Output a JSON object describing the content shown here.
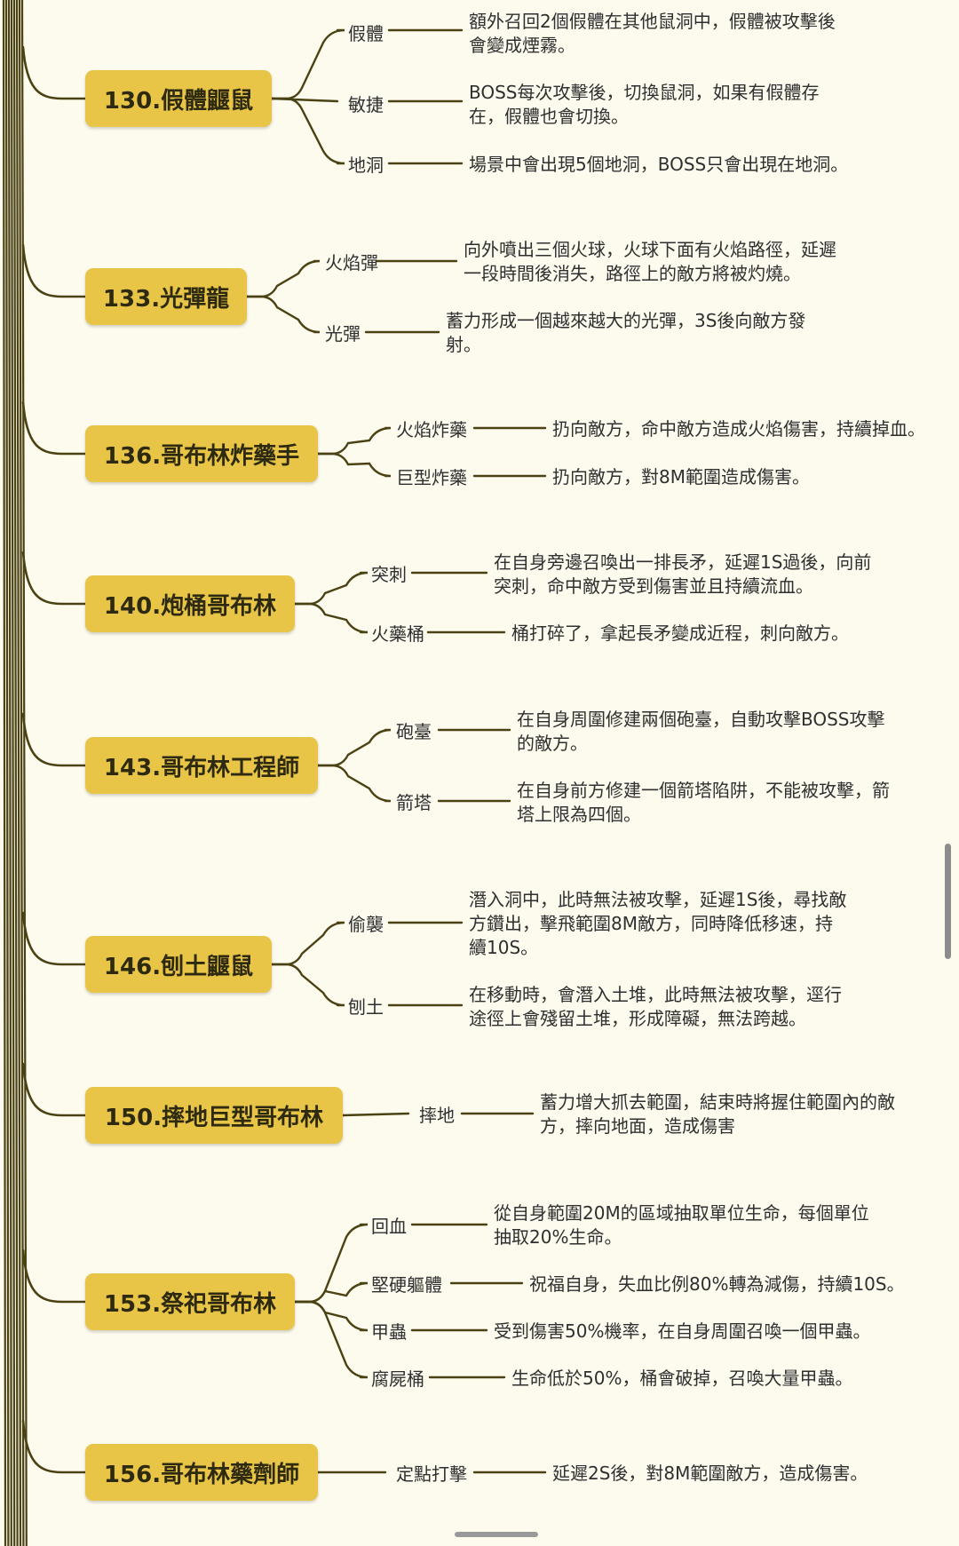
{
  "colors": {
    "background": "#fdfaee",
    "node_fill": "#e8c547",
    "line": "#4a4213"
  },
  "nodes": [
    {
      "title": "130.假體鼴鼠",
      "branches": [
        {
          "label": "假體",
          "lines": [
            "額外召回2個假體在其他鼠洞中，假體被攻擊後",
            "會變成煙霧。"
          ]
        },
        {
          "label": "敏捷",
          "lines": [
            "BOSS每次攻擊後，切換鼠洞，如果有假體存",
            "在，假體也會切換。"
          ]
        },
        {
          "label": "地洞",
          "lines": [
            "場景中會出現5個地洞，BOSS只會出現在地洞。"
          ]
        }
      ]
    },
    {
      "title": "133.光彈龍",
      "branches": [
        {
          "label": "火焰彈",
          "lines": [
            "向外噴出三個火球，火球下面有火焰路徑，延遲",
            "一段時間後消失，路徑上的敵方將被灼燒。"
          ]
        },
        {
          "label": "光彈",
          "lines": [
            "蓄力形成一個越來越大的光彈，3S後向敵方發",
            "射。"
          ]
        }
      ]
    },
    {
      "title": "136.哥布林炸藥手",
      "branches": [
        {
          "label": "火焰炸藥",
          "lines": [
            "扔向敵方，命中敵方造成火焰傷害，持續掉血。"
          ]
        },
        {
          "label": "巨型炸藥",
          "lines": [
            "扔向敵方，對8M範圍造成傷害。"
          ]
        }
      ]
    },
    {
      "title": "140.炮桶哥布林",
      "branches": [
        {
          "label": "突刺",
          "lines": [
            "在自身旁邊召喚出一排長矛，延遲1S過後，向前",
            "突刺，命中敵方受到傷害並且持續流血。"
          ]
        },
        {
          "label": "火藥桶",
          "lines": [
            "桶打碎了，拿起長矛變成近程，刺向敵方。"
          ]
        }
      ]
    },
    {
      "title": "143.哥布林工程師",
      "branches": [
        {
          "label": "砲臺",
          "lines": [
            "在自身周圍修建兩個砲臺，自動攻擊BOSS攻擊",
            "的敵方。"
          ]
        },
        {
          "label": "箭塔",
          "lines": [
            "在自身前方修建一個箭塔陷阱，不能被攻擊，箭",
            "塔上限為四個。"
          ]
        }
      ]
    },
    {
      "title": "146.刨土鼴鼠",
      "branches": [
        {
          "label": "偷襲",
          "lines": [
            "潛入洞中，此時無法被攻擊，延遲1S後，尋找敵",
            "方鑽出，擊飛範圍8M敵方，同時降低移速，持",
            "續10S。"
          ]
        },
        {
          "label": "刨土",
          "lines": [
            "在移動時，會潛入土堆，此時無法被攻擊，逕行",
            "途徑上會殘留土堆，形成障礙，無法跨越。"
          ]
        }
      ]
    },
    {
      "title": "150.摔地巨型哥布林",
      "branches": [
        {
          "label": "摔地",
          "lines": [
            "蓄力增大抓去範圍，結束時將握住範圍內的敵",
            "方，摔向地面，造成傷害"
          ]
        }
      ]
    },
    {
      "title": "153.祭祀哥布林",
      "branches": [
        {
          "label": "回血",
          "lines": [
            "從自身範圍20M的區域抽取單位生命，每個單位",
            "抽取20%生命。"
          ]
        },
        {
          "label": "堅硬軀體",
          "lines": [
            "祝福自身，失血比例80%轉為減傷，持續10S。"
          ]
        },
        {
          "label": "甲蟲",
          "lines": [
            "受到傷害50%機率，在自身周圍召喚一個甲蟲。"
          ]
        },
        {
          "label": "腐屍桶",
          "lines": [
            "生命低於50%，桶會破掉，召喚大量甲蟲。"
          ]
        }
      ]
    },
    {
      "title": "156.哥布林藥劑師",
      "branches": [
        {
          "label": "定點打擊",
          "lines": [
            "延遲2S後，對8M範圍敵方，造成傷害。"
          ]
        }
      ]
    }
  ]
}
